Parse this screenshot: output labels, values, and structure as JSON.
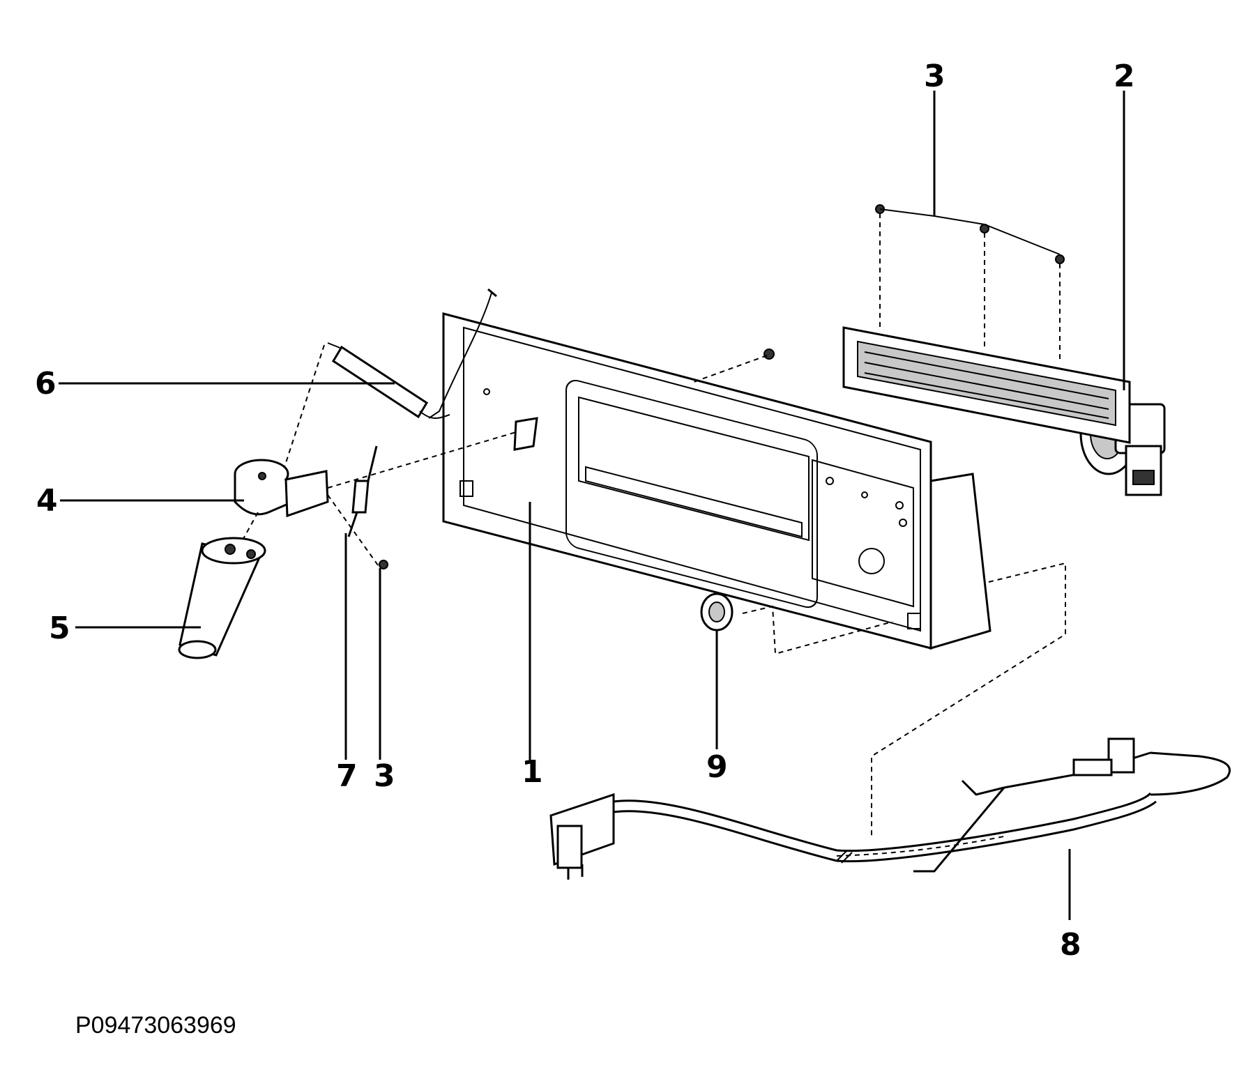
{
  "diagram": {
    "drawing_code": "P09473063969",
    "callouts": [
      "1",
      "2",
      "3",
      "3",
      "4",
      "5",
      "6",
      "7",
      "8",
      "9"
    ]
  }
}
